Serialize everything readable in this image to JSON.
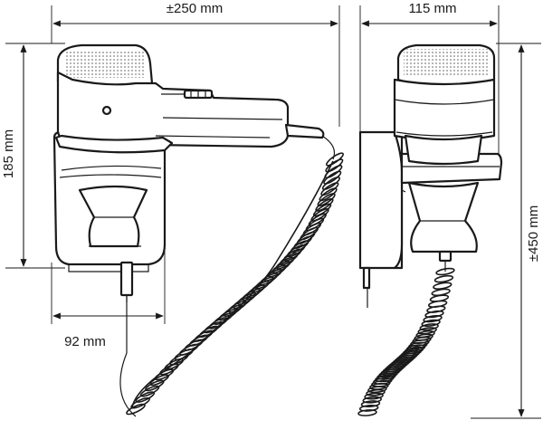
{
  "dimensions": {
    "width_top": "±250 mm",
    "depth_top": "115 mm",
    "height_holder": "185 mm",
    "height_total": "±450 mm",
    "width_holder": "92 mm"
  },
  "colors": {
    "line": "#1a1a1a",
    "background": "#ffffff"
  }
}
